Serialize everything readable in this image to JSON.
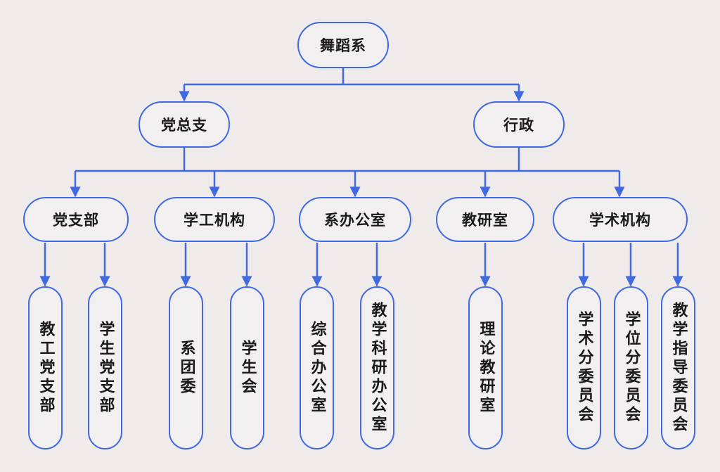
{
  "colors": {
    "line": "#4169e1",
    "background": "#efebeb",
    "node_fill": "#f1efef",
    "text": "#1a1a1a"
  },
  "root": "舞蹈系",
  "level1": [
    "党总支",
    "行政"
  ],
  "level2": [
    "党支部",
    "学工机构",
    "系办公室",
    "教研室",
    "学术机构"
  ],
  "leaves": [
    "教工党支部",
    "学生党支部",
    "系团委",
    "学生会",
    "综合办公室",
    "教学科研办公室",
    "理论教研室",
    "学术分委员会",
    "学位分委员会",
    "教学指导委员会"
  ]
}
